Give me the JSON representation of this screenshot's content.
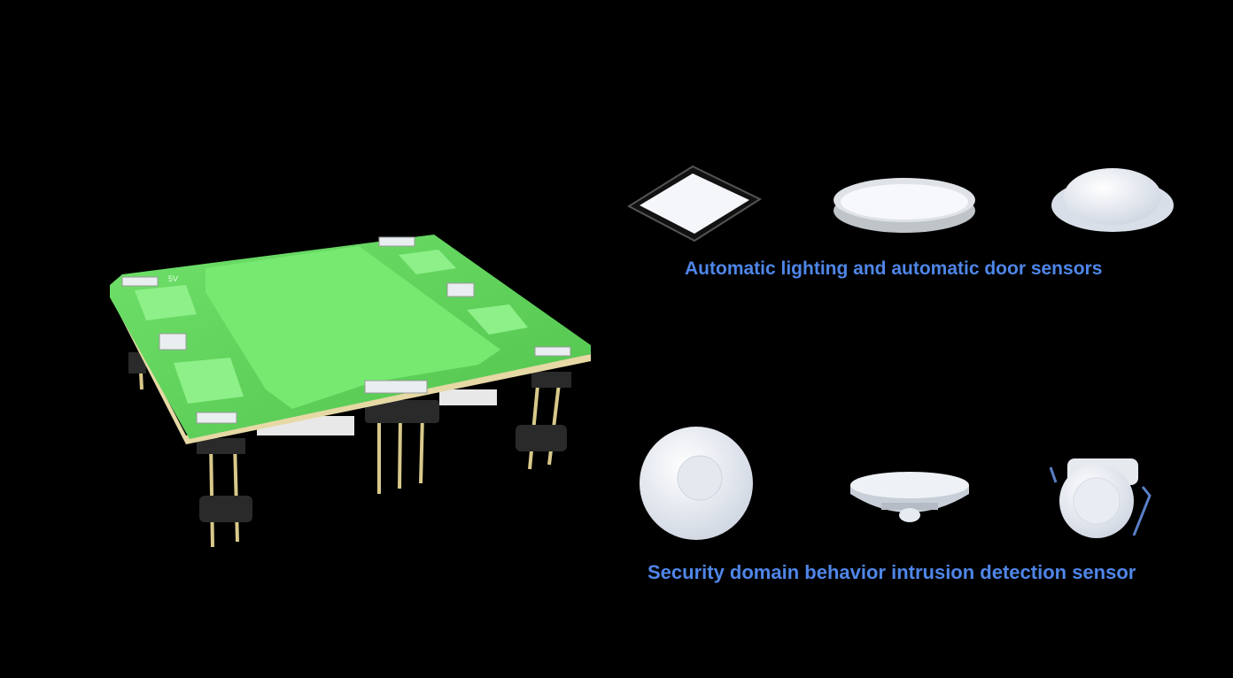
{
  "pcb": {
    "silkscreen_label": "5V",
    "board_color": "#5fd35a"
  },
  "applications": [
    {
      "caption": "Automatic lighting and automatic door sensors",
      "products": [
        "square-ceiling-light",
        "round-ceiling-light",
        "dome-sensor-light"
      ]
    },
    {
      "caption": "Security domain behavior intrusion detection sensor",
      "products": [
        "round-pir-sensor",
        "ceiling-mount-sensor",
        "recessed-pir-sensor"
      ]
    }
  ],
  "colors": {
    "caption": "#4f86e8",
    "background": "#000000"
  }
}
